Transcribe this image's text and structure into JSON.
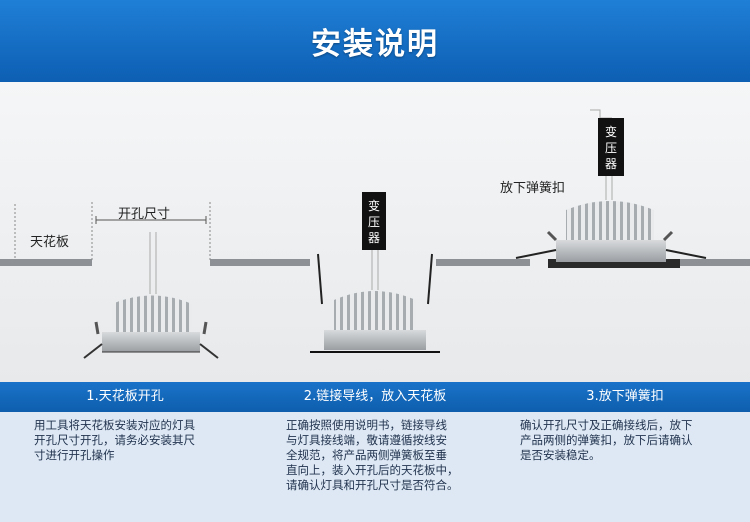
{
  "banner": {
    "title": "安装说明"
  },
  "illustration": {
    "ceiling_label": "天花板",
    "hole_size_label": "开孔尺寸",
    "spring_label": "放下弹簧扣",
    "transformer_chars": [
      "变",
      "压",
      "器"
    ]
  },
  "steps": [
    {
      "title": "1.天花板开孔",
      "desc": "用工具将天花板安装对应的灯具\n开孔尺寸开孔，请务必安装其尺\n寸进行开孔操作"
    },
    {
      "title": "2.链接导线，放入天花板",
      "desc": "正确按照使用说明书，链接导线\n与灯具接线端，敬请遵循按线安\n全规范，将产品两侧弹簧板至垂\n直向上，装入开孔后的天花板中，\n请确认灯具和开孔尺寸是否符合。"
    },
    {
      "title": "3.放下弹簧扣",
      "desc": "确认开孔尺寸及正确接线后，放下\n产品两侧的弹簧扣，放下后请确认\n是否安装稳定。"
    }
  ],
  "colors": {
    "banner": "#0d5fb3",
    "step_bar": "#1a73c9",
    "desc_bg": "#dde8f4",
    "transformer_box": "#111111"
  }
}
